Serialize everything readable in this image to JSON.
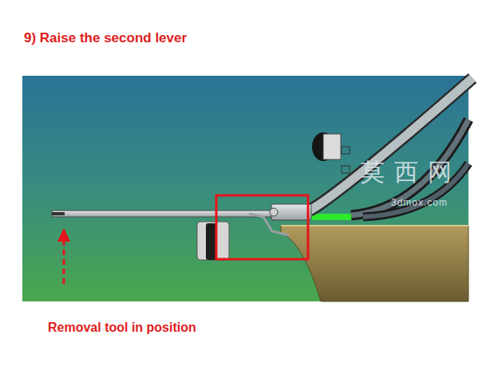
{
  "diagram": {
    "title": "9) Raise the second lever",
    "caption": "Removal tool in position",
    "labels": [
      "莫西网",
      "3dmox.com"
    ]
  }
}
